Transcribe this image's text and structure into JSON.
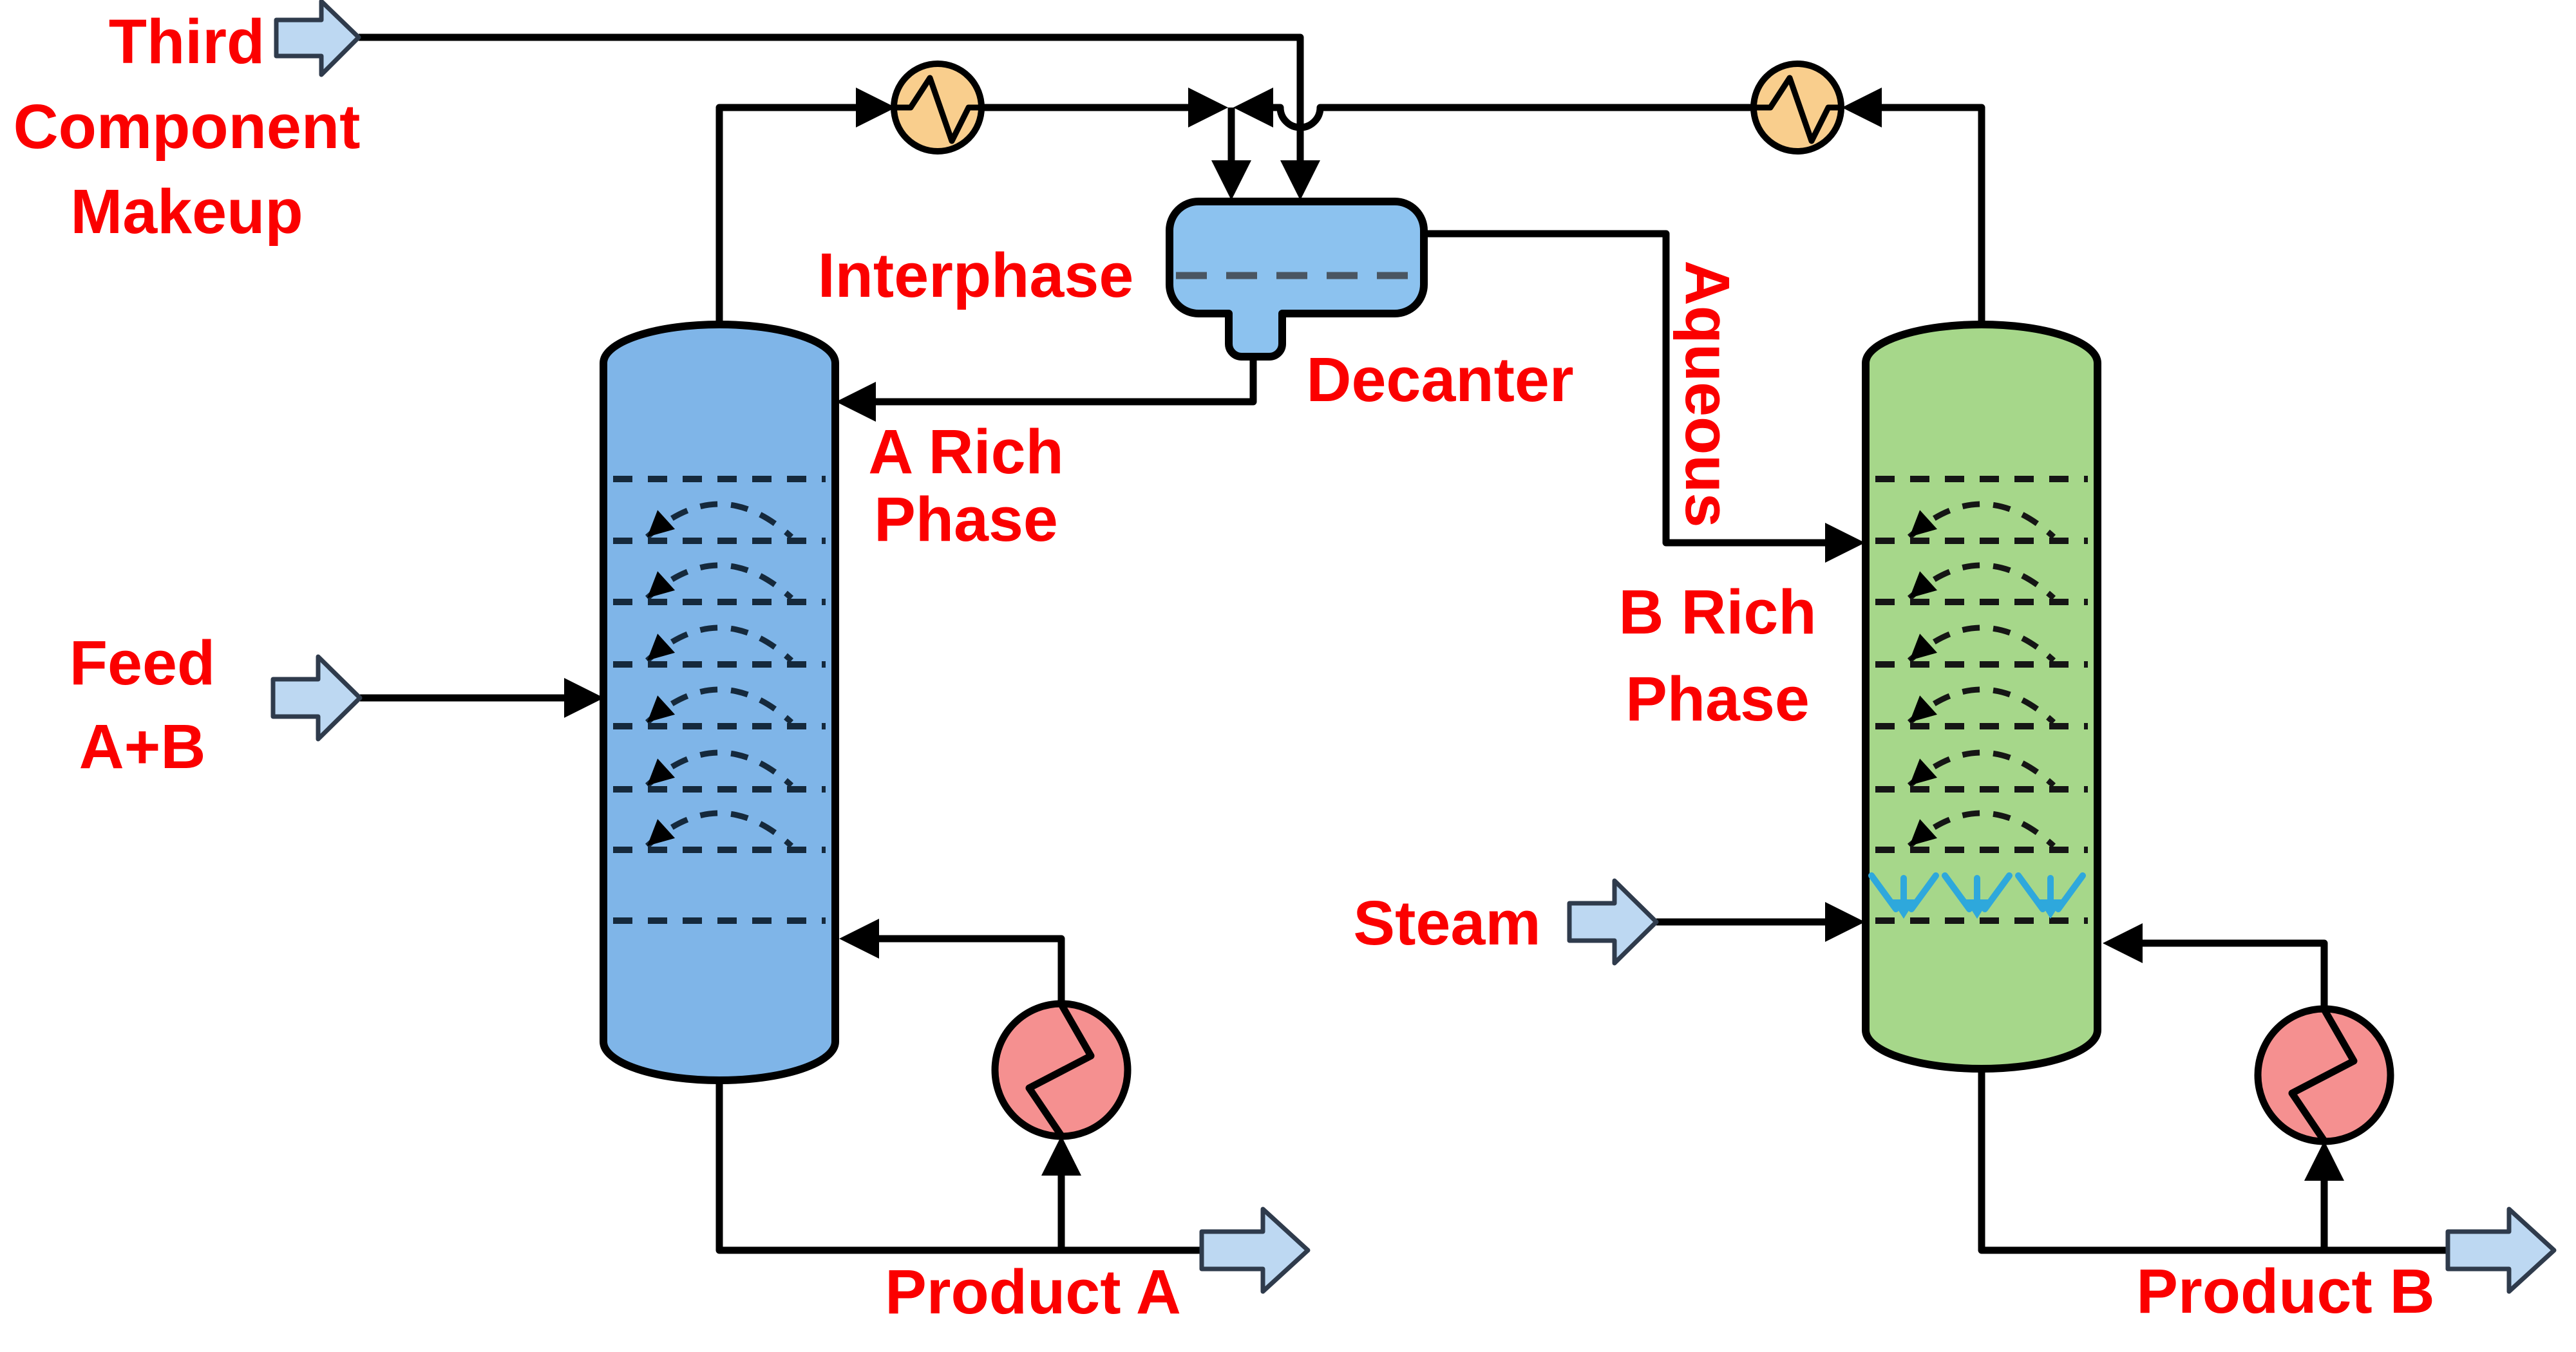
{
  "diagram_type": "two-column azeotropic distillation process flow diagram",
  "labels": {
    "third_component_makeup": [
      "Third",
      "Component",
      "Makeup"
    ],
    "feed": [
      "Feed",
      "A+B"
    ],
    "interphase": "Interphase",
    "decanter": "Decanter",
    "a_rich_phase": [
      "A Rich",
      "Phase"
    ],
    "aqueous": "Aqueous",
    "b_rich_phase": [
      "B Rich",
      "Phase"
    ],
    "steam": "Steam",
    "product_a": "Product A",
    "product_b": "Product B"
  },
  "equipment_icons": {
    "column_a": "distillation-column-symbol",
    "column_b": "steam-stripping-column-symbol",
    "decanter": "horizontal-decanter-drum-with-boot-symbol",
    "condenser": "circle-zigzag-heat-exchanger-symbol",
    "reboiler": "circle-zigzag-heat-exchanger-symbol",
    "stream": "block-arrow-symbol",
    "steam_sparger": "triple-spray-arrow-symbol"
  },
  "colors": {
    "background": "#FFFFFF",
    "label_text": "#FB0000",
    "line": "#000000",
    "column_a_fill": "#7FB5E8",
    "column_b_fill": "#A6D78A",
    "decanter_fill": "#8CC2EF",
    "condenser_fill": "#F9CE8D",
    "reboiler_fill": "#F59090",
    "stream_arrow_fill": "#BDD8F2",
    "stream_arrow_stroke": "#2F3B4C",
    "spray_arrow": "#2EA8DC",
    "interface_dash": "#4A5662",
    "tray_dash_a": "#15293C",
    "tray_dash_b": "#151515"
  }
}
